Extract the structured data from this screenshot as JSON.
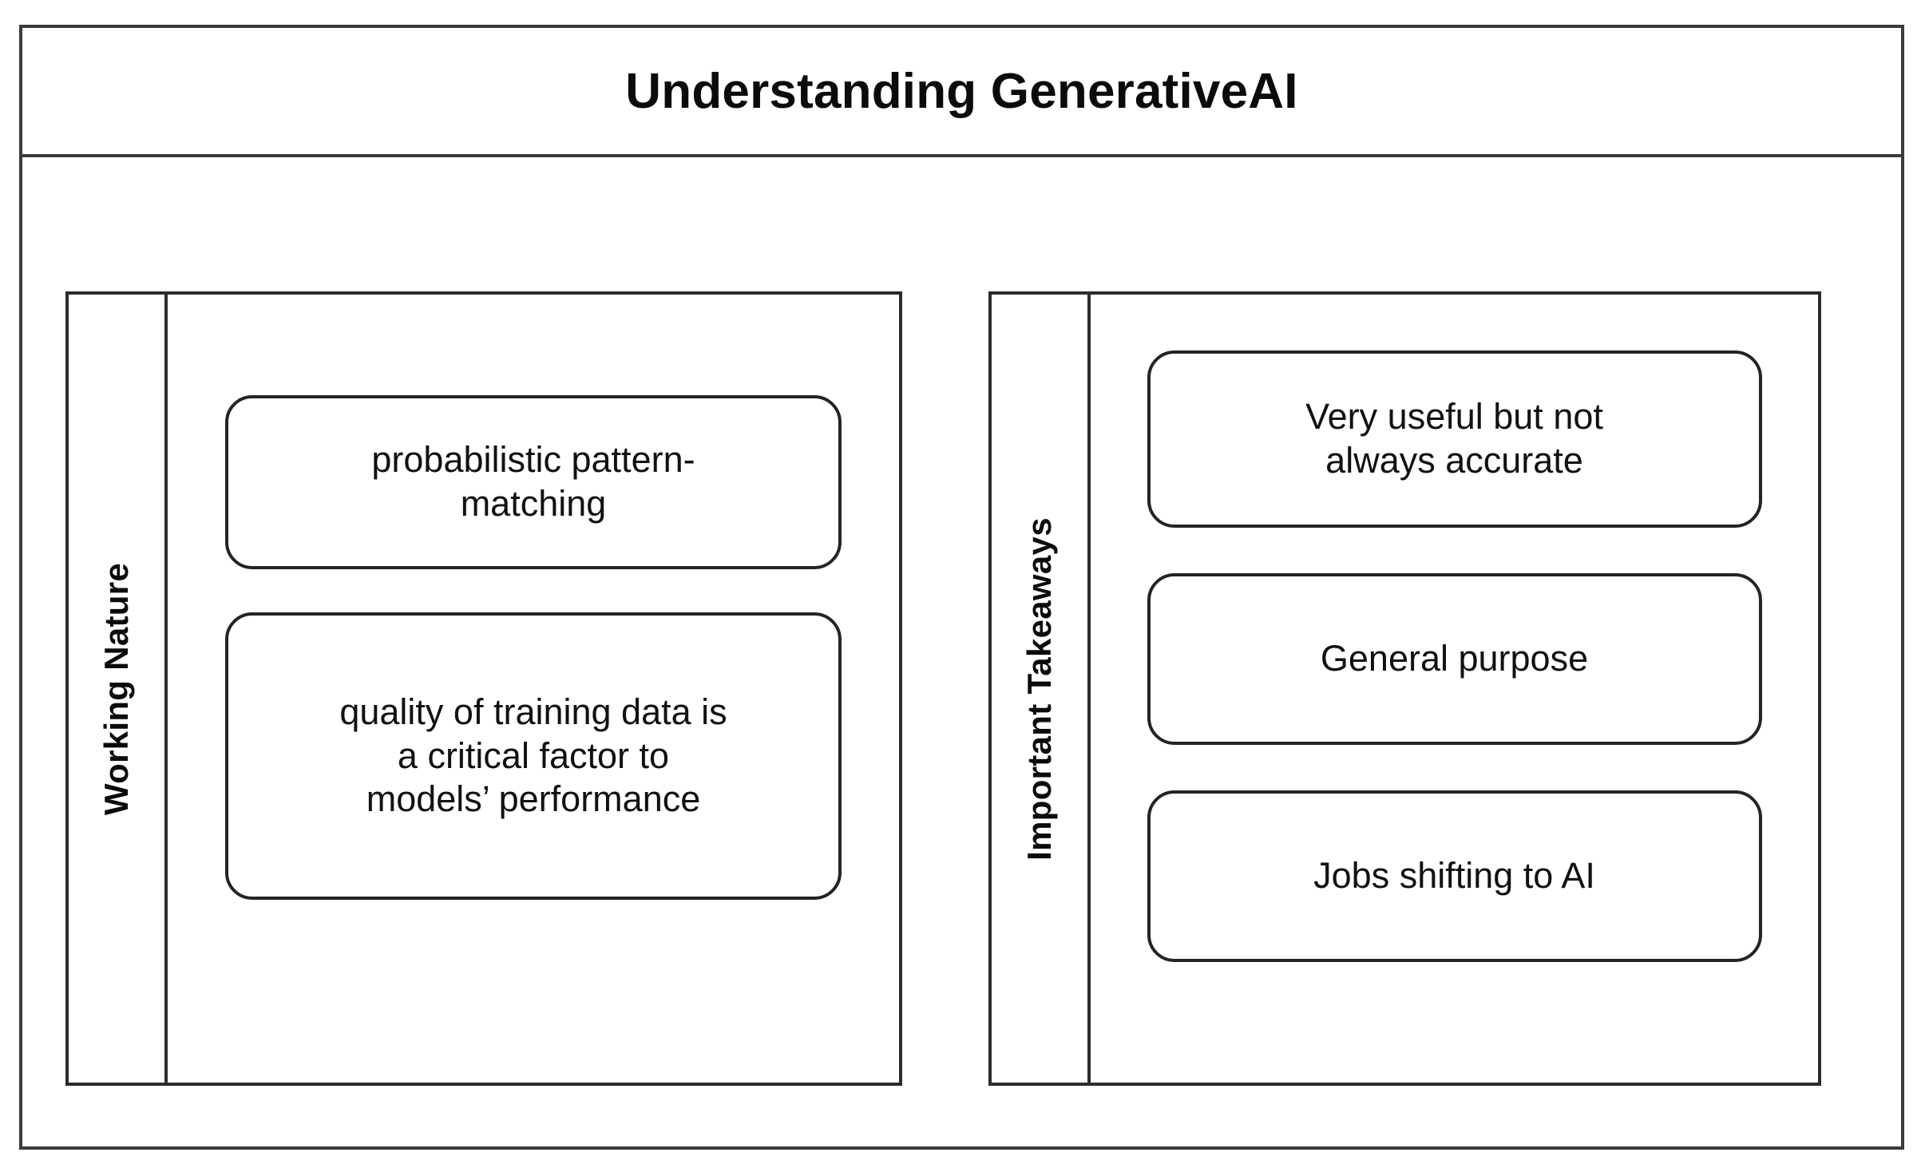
{
  "diagram": {
    "title": "Understanding GenerativeAI",
    "background_color": "#ffffff",
    "line_color": "#2c2c2c",
    "text_color": "#111111",
    "panels": [
      {
        "label": "Working Nature",
        "cards": [
          {
            "text": "probabilistic pattern-\nmatching"
          },
          {
            "text": "quality of training data is\na critical factor to\nmodels’ performance"
          }
        ]
      },
      {
        "label": "Important Takeaways",
        "cards": [
          {
            "text": "Very useful but not\nalways accurate"
          },
          {
            "text": "General purpose"
          },
          {
            "text": "Jobs shifting to AI"
          }
        ]
      }
    ]
  }
}
